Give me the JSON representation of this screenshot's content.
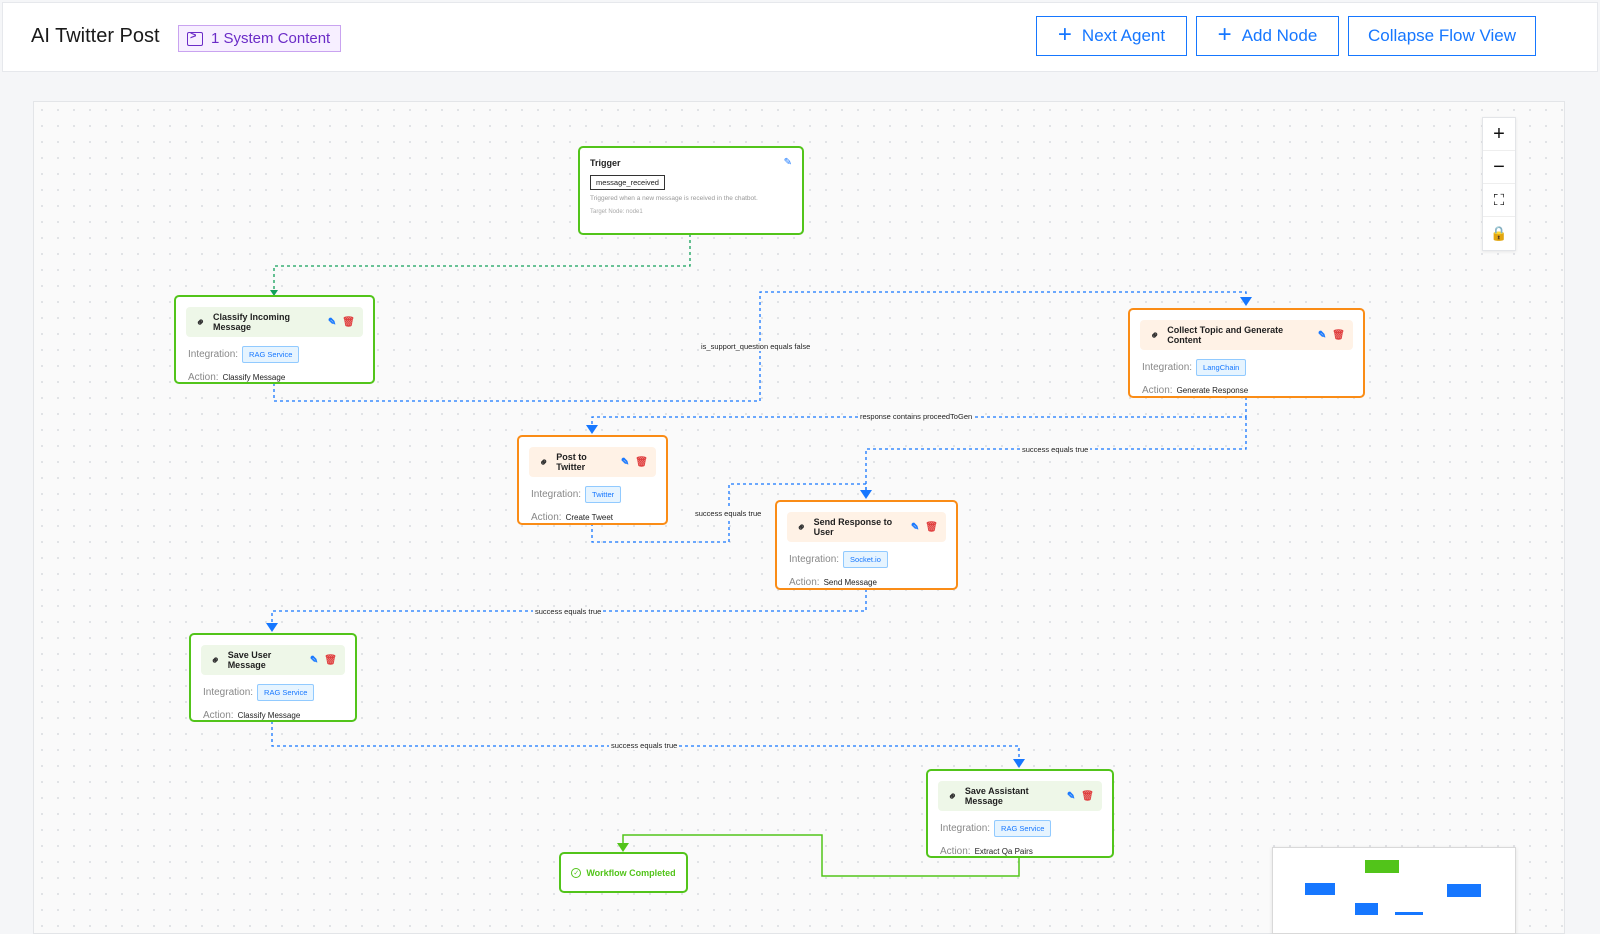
{
  "header": {
    "title": "AI Twitter Post",
    "system_badge": "1 System Content",
    "next_agent": "Next Agent",
    "add_node": "Add Node",
    "collapse": "Collapse Flow View"
  },
  "trigger": {
    "title": "Trigger",
    "event": "message_received",
    "description": "Triggered when a new message is received in the chatbot.",
    "target": "Target Node: node1"
  },
  "labels": {
    "integration": "Integration:",
    "action": "Action:"
  },
  "nodes": [
    {
      "title": "Classify Incoming Message",
      "integration": "RAG Service",
      "action": "Classify Message"
    },
    {
      "title": "Collect Topic and Generate Content",
      "integration": "LangChain",
      "action": "Generate Response"
    },
    {
      "title": "Post to Twitter",
      "integration": "Twitter",
      "action": "Create Tweet"
    },
    {
      "title": "Send Response to User",
      "integration": "Socket.io",
      "action": "Send Message"
    },
    {
      "title": "Save User Message",
      "integration": "RAG Service",
      "action": "Classify Message"
    },
    {
      "title": "Save Assistant Message",
      "integration": "RAG Service",
      "action": "Extract Qa Pairs"
    }
  ],
  "completed": "Workflow Completed",
  "edge_labels": {
    "support_false": "is_support_question equals false",
    "proceed": "response contains proceedToGen",
    "success1": "success equals true",
    "success2": "success equals true",
    "success3": "success equals true",
    "success4": "success equals true"
  },
  "colors": {
    "accent": "#1677ff",
    "green": "#52c41a",
    "orange": "#fa8c16",
    "purple": "#6b2cc7"
  }
}
